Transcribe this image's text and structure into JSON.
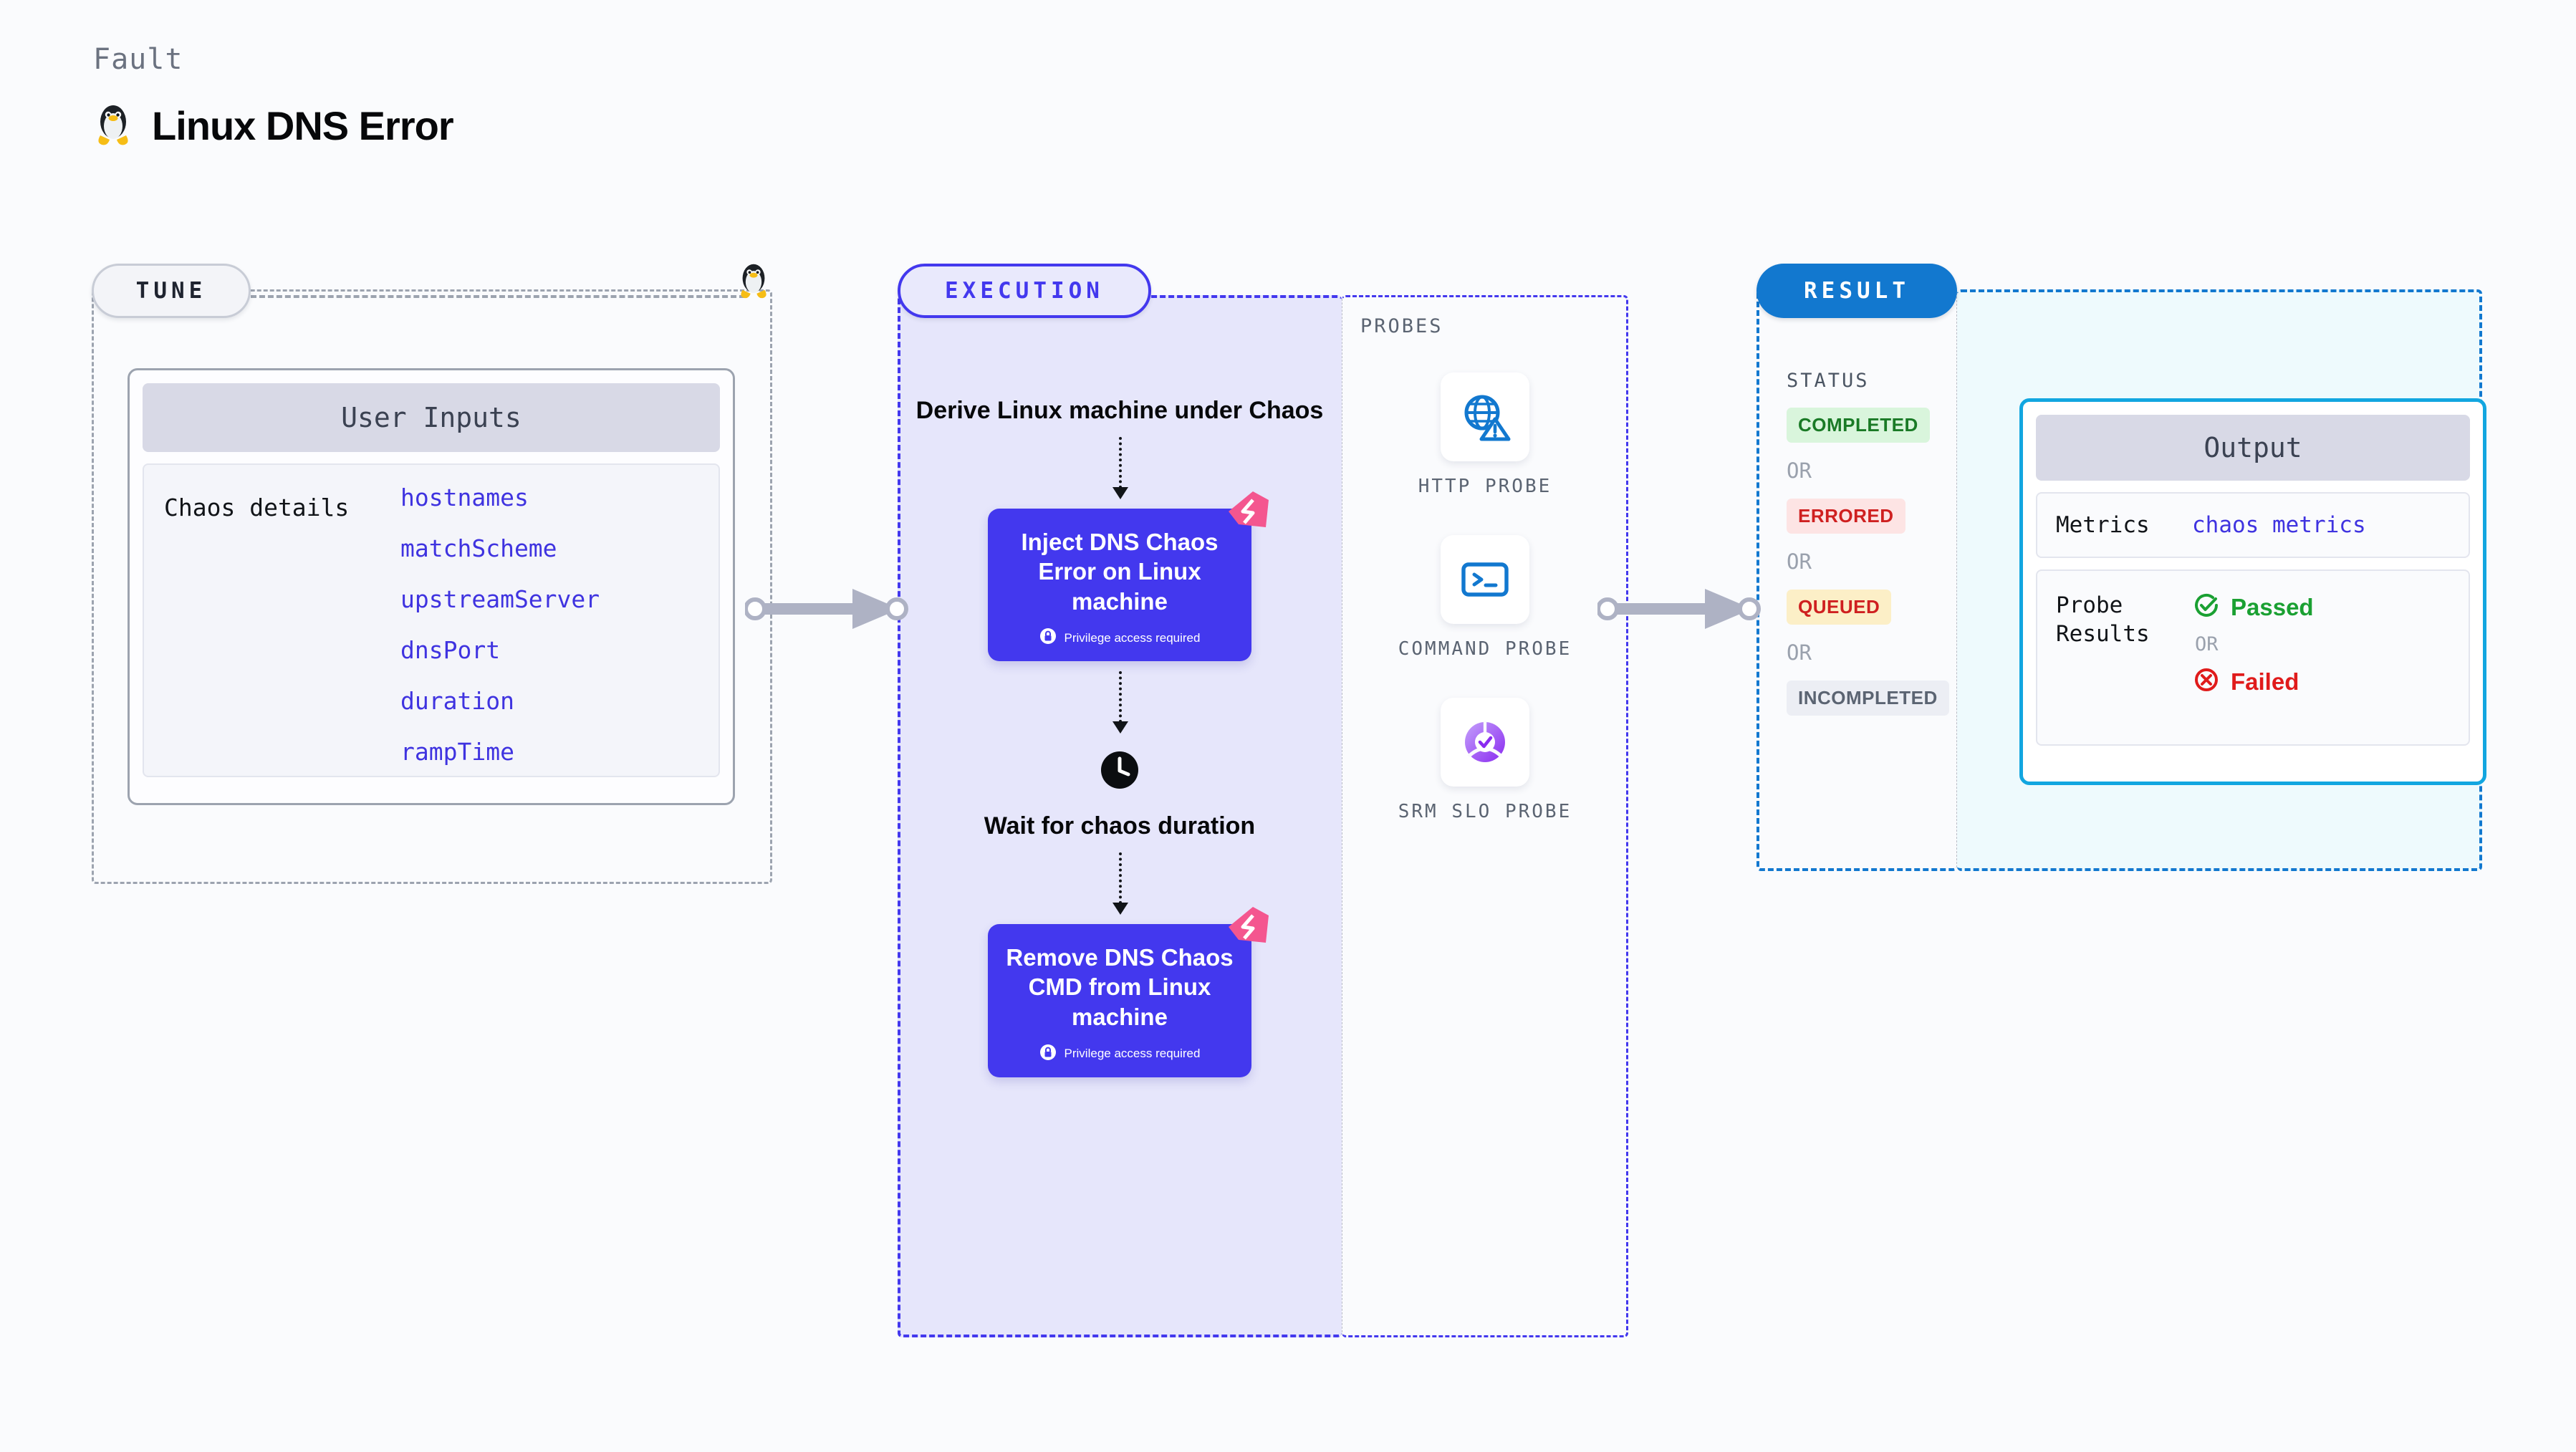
{
  "header": {
    "eyebrow": "Fault",
    "title": "Linux DNS Error",
    "icon": "linux-penguin-icon"
  },
  "tune": {
    "badge": "TUNE",
    "marker_icon": "linux-penguin-icon",
    "card": {
      "header": "User Inputs",
      "row_label": "Chaos details",
      "params": [
        "hostnames",
        "matchScheme",
        "upstreamServer",
        "dnsPort",
        "duration",
        "rampTime"
      ]
    }
  },
  "execution": {
    "badge": "EXECUTION",
    "derive_text": "Derive Linux machine under Chaos",
    "inject_card": {
      "title": "Inject DNS Chaos Error on Linux machine",
      "privilege_note": "Privilege access required",
      "badge_icon": "litmus-chaos-ribbon-icon",
      "lock_icon": "lock-icon"
    },
    "wait_text": "Wait for chaos duration",
    "wait_icon": "clock-icon",
    "remove_card": {
      "title": "Remove DNS Chaos CMD from Linux machine",
      "privilege_note": "Privilege access required",
      "badge_icon": "litmus-chaos-ribbon-icon",
      "lock_icon": "lock-icon"
    }
  },
  "probes": {
    "title": "PROBES",
    "items": [
      {
        "label": "HTTP PROBE",
        "icon": "globe-warning-icon"
      },
      {
        "label": "COMMAND PROBE",
        "icon": "terminal-icon"
      },
      {
        "label": "SRM SLO PROBE",
        "icon": "slo-donut-check-icon"
      }
    ]
  },
  "result": {
    "badge": "RESULT",
    "status_title": "STATUS",
    "or_label": "OR",
    "statuses": [
      {
        "label": "COMPLETED",
        "tone": "completed"
      },
      {
        "label": "ERRORED",
        "tone": "errored"
      },
      {
        "label": "QUEUED",
        "tone": "queued"
      },
      {
        "label": "INCOMPLETED",
        "tone": "incompleted"
      }
    ]
  },
  "output": {
    "header": "Output",
    "metrics_key": "Metrics",
    "metrics_value": "chaos metrics",
    "probe_results_key": "Probe Results",
    "or_label": "OR",
    "outcomes": [
      {
        "label": "Passed",
        "icon": "check-circle-icon",
        "tone": "passed"
      },
      {
        "label": "Failed",
        "icon": "x-circle-icon",
        "tone": "failed"
      }
    ]
  },
  "colors": {
    "execution_purple": "#4338ee",
    "result_blue": "#1278cf",
    "output_cyan": "#12a6e0",
    "param_blue": "#3f33e0",
    "passed_green": "#1aa032",
    "failed_red": "#e01b1b",
    "ribbon_pink": "#f4568f"
  }
}
